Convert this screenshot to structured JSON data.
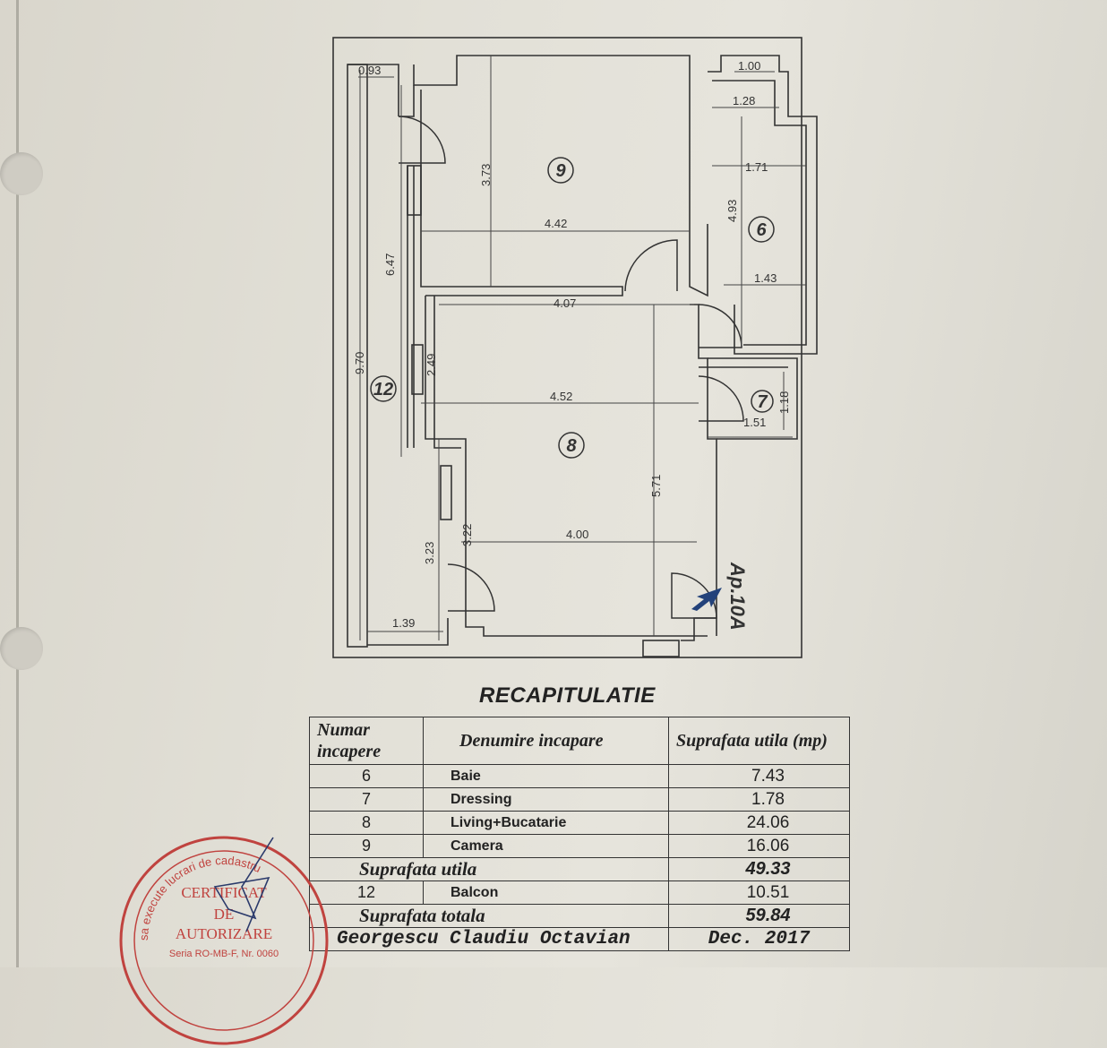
{
  "rooms": [
    {
      "num": "9"
    },
    {
      "num": "6"
    },
    {
      "num": "7"
    },
    {
      "num": "8"
    },
    {
      "num": "12"
    }
  ],
  "dimensions": [
    "0.93",
    "1.00",
    "1.28",
    "1.71",
    "4.93",
    "1.43",
    "3.73",
    "4.42",
    "6.47",
    "4.07",
    "9.70",
    "2.49",
    "4.52",
    "1.18",
    "1.51",
    "5.71",
    "3.23",
    "3.22",
    "4.00",
    "1.39"
  ],
  "apartment_label": "Ap.10A",
  "recap": {
    "title": "RECAPITULATIE",
    "headers": [
      "Numar incapere",
      "Denumire incapare",
      "Suprafata utila (mp)"
    ],
    "rows": [
      {
        "num": "6",
        "name": "Baie",
        "area": "7.43"
      },
      {
        "num": "7",
        "name": "Dressing",
        "area": "1.78"
      },
      {
        "num": "8",
        "name": "Living+Bucatarie",
        "area": "24.06"
      },
      {
        "num": "9",
        "name": "Camera",
        "area": "16.06"
      }
    ],
    "subtotal_label": "Suprafata utila",
    "subtotal_value": "49.33",
    "balcony": {
      "num": "12",
      "name": "Balcon",
      "area": "10.51"
    },
    "total_label": "Suprafata totala",
    "total_value": "59.84",
    "author": "Georgescu Claudiu Octavian",
    "date": "Dec. 2017"
  },
  "stamp": {
    "line1": "CERTIFICAT",
    "line2": "DE",
    "line3": "AUTORIZARE",
    "ring_text": "sa execute lucrari de cadastru",
    "serial": "Seria RO-MB-F, Nr. 0060",
    "color": "#c0433f"
  }
}
